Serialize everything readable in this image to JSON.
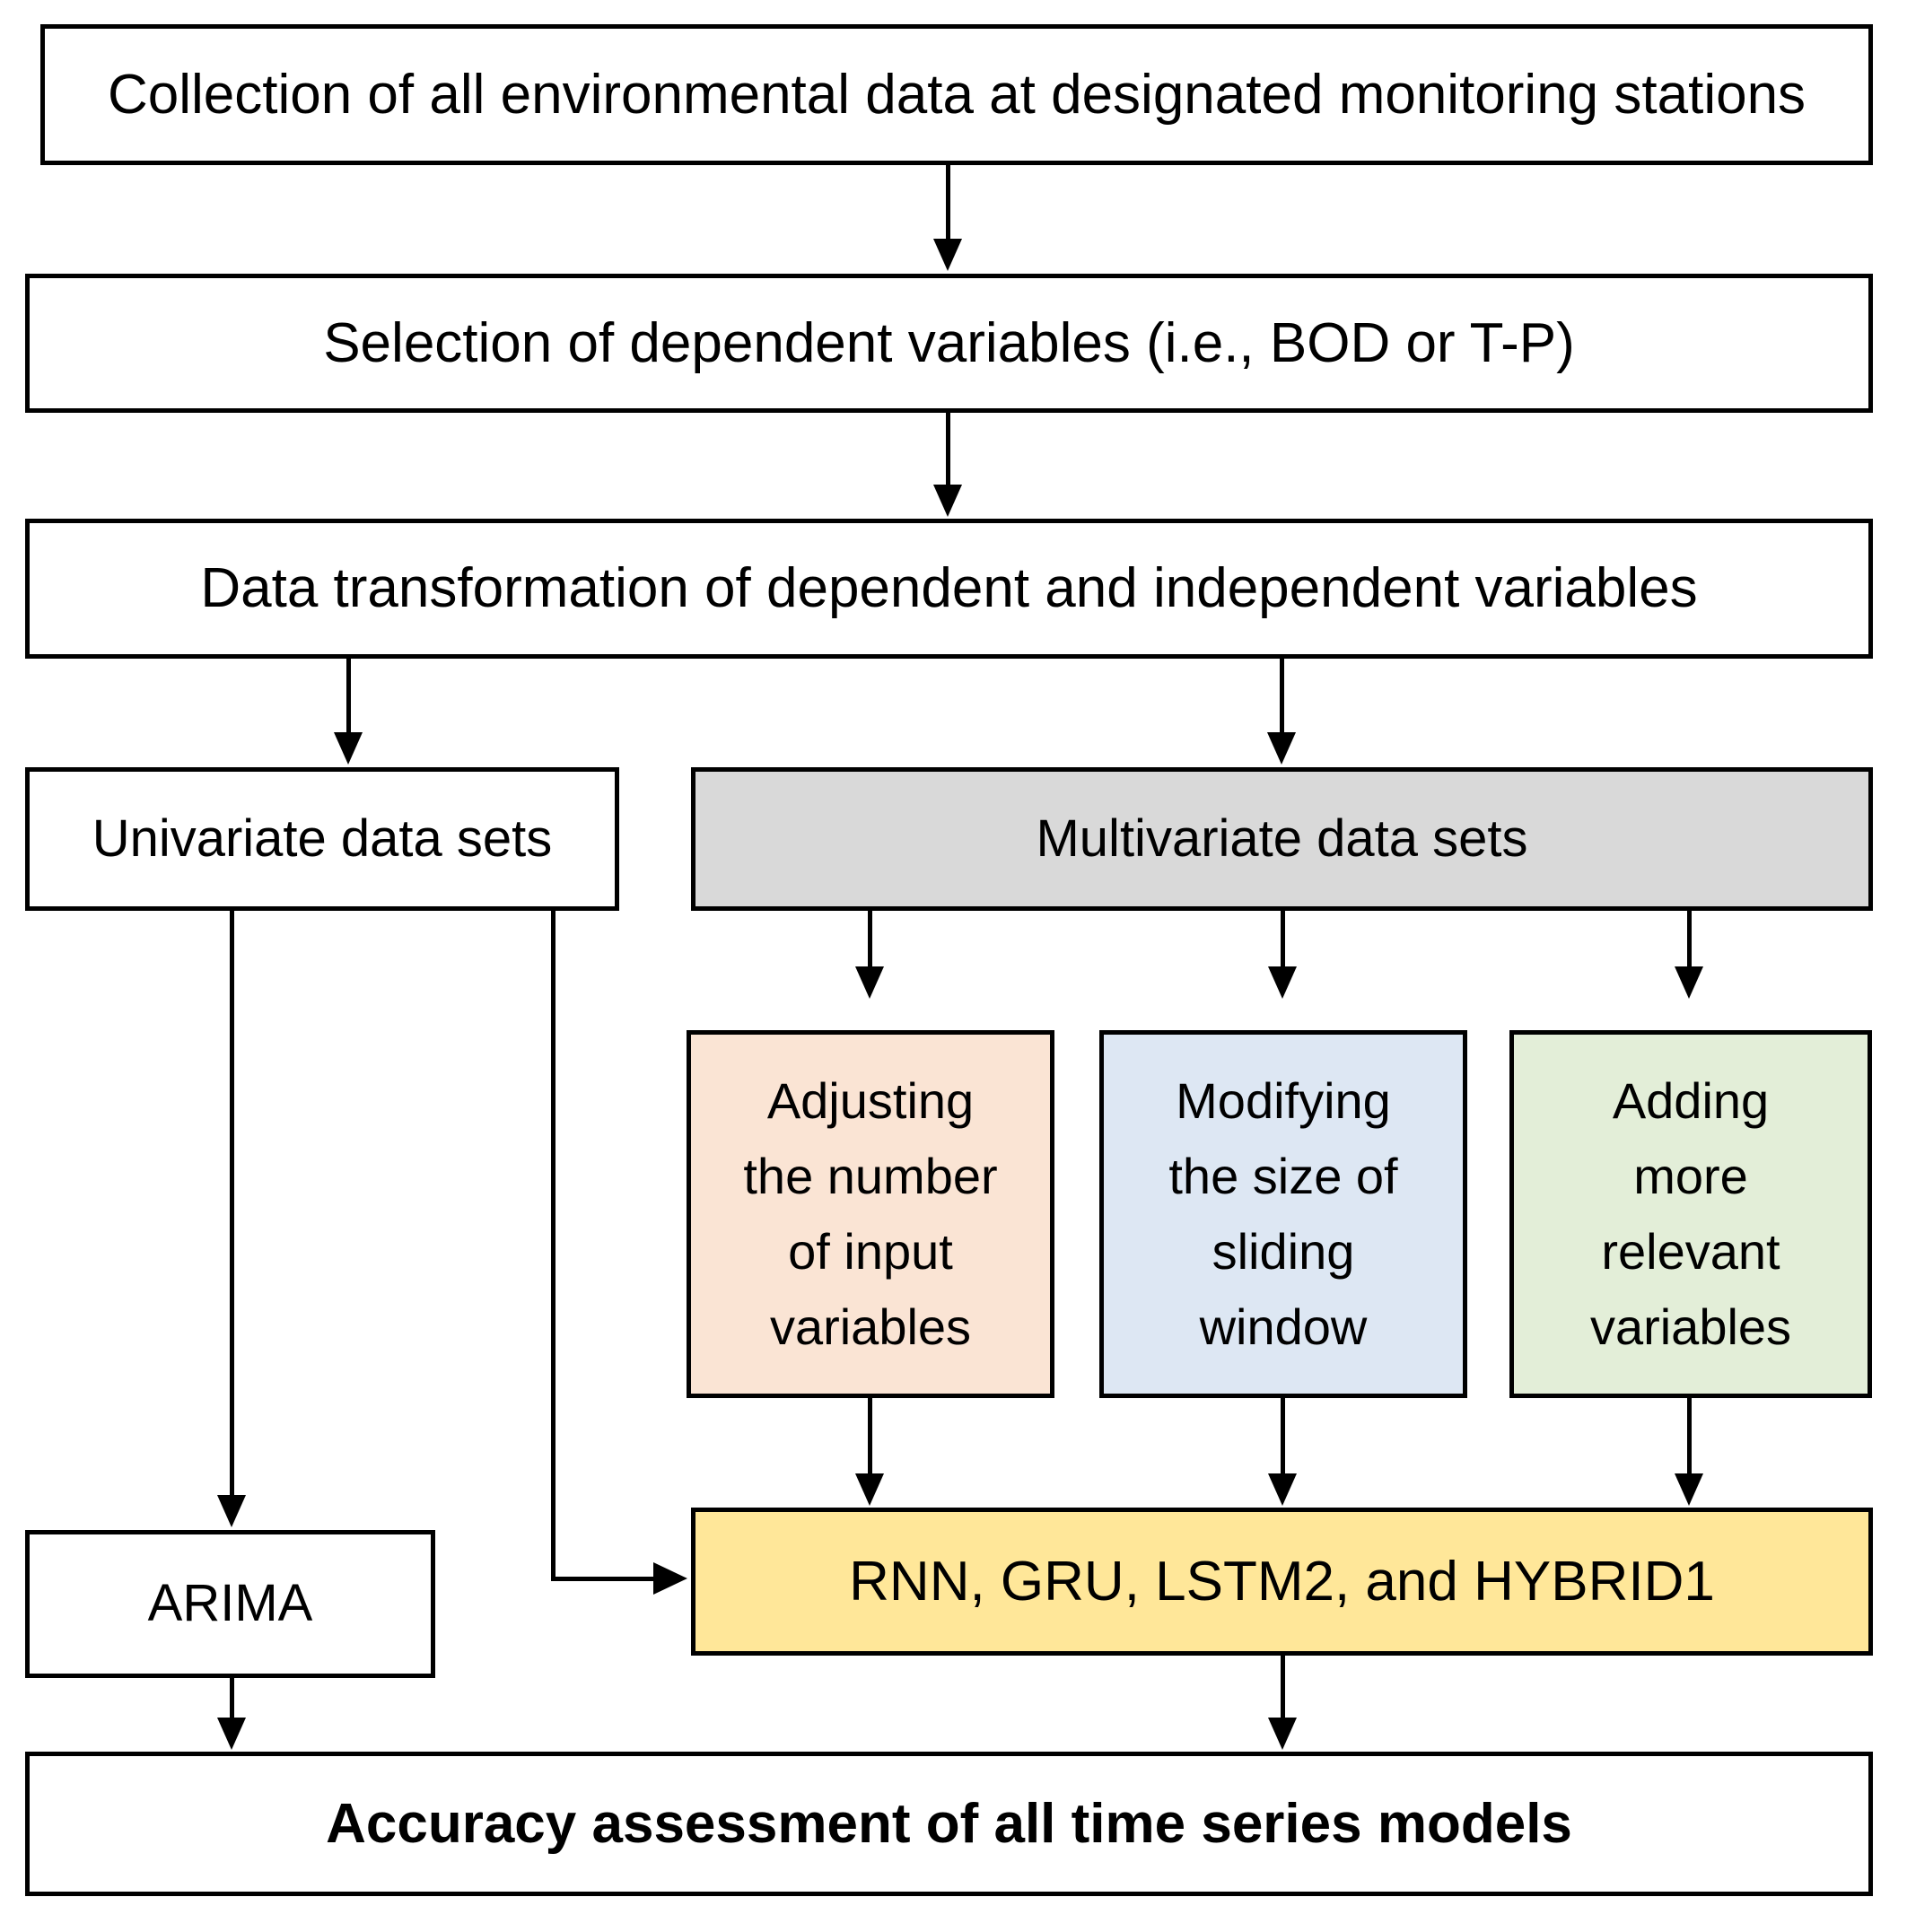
{
  "diagram": {
    "title": "Time series modeling workflow",
    "type": "flowchart",
    "background": "#ffffff",
    "stroke": "#000000",
    "nodes": [
      {
        "id": "collection",
        "label": "Collection of all environmental data at designated monitoring stations",
        "fill": "#ffffff",
        "shape": "rectangle"
      },
      {
        "id": "selection",
        "label": "Selection of dependent variables (i.e., BOD or T-P)",
        "fill": "#ffffff",
        "shape": "rectangle"
      },
      {
        "id": "transformation",
        "label": "Data transformation of dependent and independent variables",
        "fill": "#ffffff",
        "shape": "rectangle"
      },
      {
        "id": "univariate",
        "label": "Univariate data sets",
        "fill": "#ffffff",
        "shape": "rectangle"
      },
      {
        "id": "multivariate",
        "label": "Multivariate data sets",
        "fill": "#d9d9d9",
        "shape": "rectangle"
      },
      {
        "id": "adjusting",
        "label": "Adjusting the number of input variables",
        "lines": [
          "Adjusting",
          "the number",
          "of input",
          "variables"
        ],
        "fill": "#fae4d4",
        "shape": "rectangle"
      },
      {
        "id": "modifying",
        "label": "Modifying the size of sliding window",
        "lines": [
          "Modifying",
          "the size of",
          "sliding",
          "window"
        ],
        "fill": "#dde7f3",
        "shape": "rectangle"
      },
      {
        "id": "adding",
        "label": "Adding more relevant variables",
        "lines": [
          "Adding",
          "more",
          "relevant",
          "variables"
        ],
        "fill": "#e3eed8",
        "shape": "rectangle"
      },
      {
        "id": "arima",
        "label": "ARIMA",
        "fill": "#ffffff",
        "shape": "rectangle"
      },
      {
        "id": "models",
        "label": "RNN, GRU, LSTM2, and HYBRID1",
        "fill": "#ffe799",
        "shape": "rectangle"
      },
      {
        "id": "accuracy",
        "label": "Accuracy assessment of all time series models",
        "fill": "#ffffff",
        "shape": "rectangle",
        "bold": true
      }
    ],
    "edges": [
      {
        "from": "collection",
        "to": "selection",
        "style": "straight-down"
      },
      {
        "from": "selection",
        "to": "transformation",
        "style": "straight-down"
      },
      {
        "from": "transformation",
        "to": "univariate",
        "style": "branch-down-left"
      },
      {
        "from": "transformation",
        "to": "multivariate",
        "style": "branch-down"
      },
      {
        "from": "univariate",
        "to": "arima",
        "style": "straight-down"
      },
      {
        "from": "univariate",
        "to": "models",
        "style": "elbow-down-right"
      },
      {
        "from": "multivariate",
        "to": "adjusting",
        "style": "branch-down"
      },
      {
        "from": "multivariate",
        "to": "modifying",
        "style": "branch-down"
      },
      {
        "from": "multivariate",
        "to": "adding",
        "style": "branch-down"
      },
      {
        "from": "adjusting",
        "to": "models",
        "style": "straight-down"
      },
      {
        "from": "modifying",
        "to": "models",
        "style": "straight-down"
      },
      {
        "from": "adding",
        "to": "models",
        "style": "straight-down"
      },
      {
        "from": "arima",
        "to": "accuracy",
        "style": "straight-down"
      },
      {
        "from": "models",
        "to": "accuracy",
        "style": "straight-down"
      }
    ]
  }
}
